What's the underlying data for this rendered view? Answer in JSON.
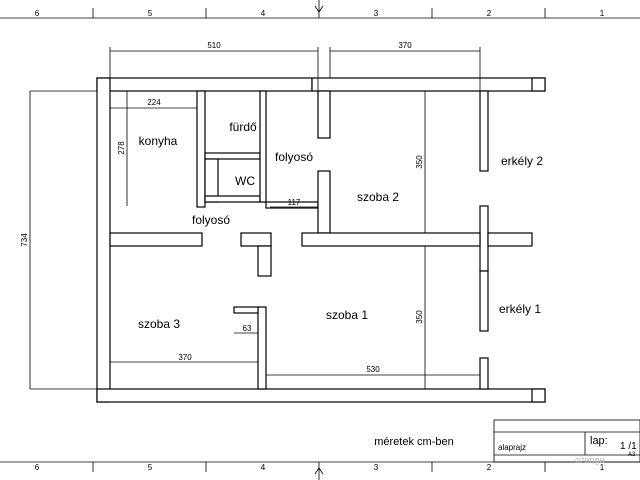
{
  "ruler": {
    "top_numbers": [
      "6",
      "5",
      "4",
      "3",
      "2",
      "1"
    ],
    "bottom_numbers": [
      "6",
      "5",
      "4",
      "3",
      "2",
      "1"
    ]
  },
  "rooms": {
    "konyha": "konyha",
    "furdo": "fürdő",
    "wc": "WC",
    "folyoso_1": "folyosó",
    "folyoso_2": "folyosó",
    "szoba_1": "szoba 1",
    "szoba_2": "szoba 2",
    "szoba_3": "szoba 3",
    "erkely_1": "erkély 1",
    "erkely_2": "erkély 2"
  },
  "dimensions": {
    "top_left": "510",
    "top_right": "370",
    "kitchen_width": "224",
    "kitchen_height": "278",
    "total_height": "734",
    "corridor": "117",
    "room2_height": "350",
    "room1_height": "350",
    "room3_width": "370",
    "room1_width": "530",
    "small": "63"
  },
  "note": "méretek cm-ben",
  "title_block": {
    "drawing_name": "alaprajz",
    "sheet_label": "lap:",
    "sheet_number": "1 /1",
    "paper_size": "A3",
    "watermark": "ozenge"
  }
}
